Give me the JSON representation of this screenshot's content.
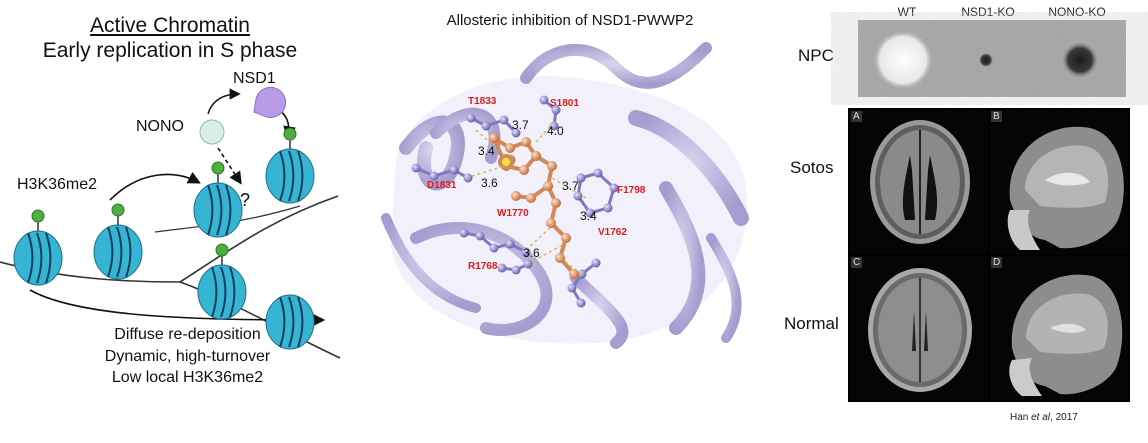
{
  "left_panel": {
    "title_line1": "Active Chromatin",
    "title_line2": "Early replication in S phase",
    "nsd1_label": "NSD1",
    "nono_label": "NONO",
    "h3k36_label": "H3K36me2",
    "question_mark": "?",
    "diffuse_lines": [
      "Diffuse re-deposition",
      "Dynamic, high-turnover",
      "Low local H3K36me2"
    ]
  },
  "middle_panel": {
    "title": "Allosteric inhibition of NSD1-PWWP2",
    "residues": [
      "T1833",
      "S1801",
      "D1831",
      "F1798",
      "W1770",
      "V1762",
      "R1768"
    ],
    "distances": [
      "3.7",
      "4.0",
      "3.4",
      "3.6",
      "3.7",
      "3.4",
      "3.6"
    ]
  },
  "right_panel": {
    "genotypes": [
      "WT",
      "NSD1-KO",
      "NONO-KO"
    ],
    "row_labels": [
      "NPC",
      "Sotos",
      "Normal"
    ],
    "mri_letters": [
      "A",
      "B",
      "C",
      "D"
    ],
    "citation_prefix": "Han ",
    "citation_italic": "et al",
    "citation_suffix": ", 2017"
  },
  "colors": {
    "nucleosome": "#35b5d3",
    "nucleosome_dark": "#1b6f8c",
    "mark": "#4caf3f",
    "nsd1": "#b79be6",
    "nono": "#d9eee6",
    "protein": "#b9b3dc",
    "ligand": "#e6a178",
    "residue_label": "#e11b1b"
  }
}
